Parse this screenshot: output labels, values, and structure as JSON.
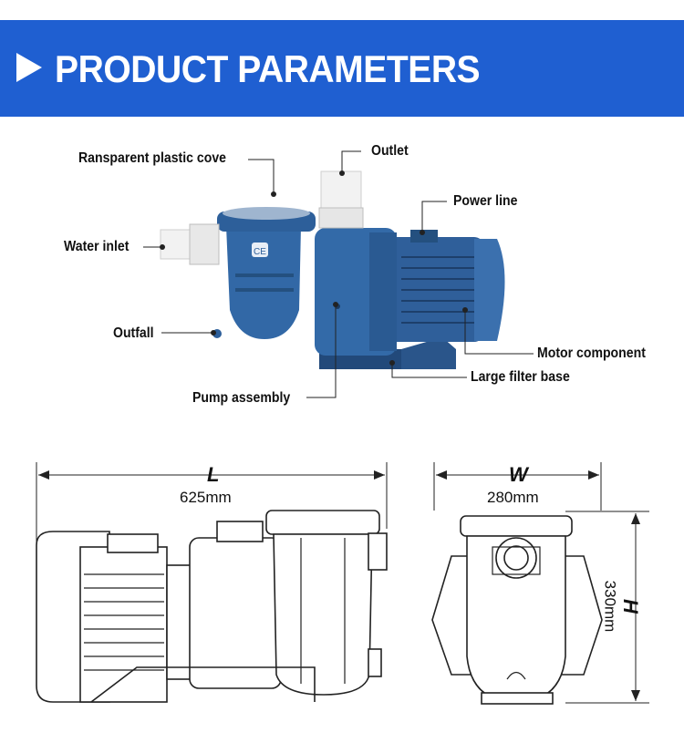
{
  "banner": {
    "title": "PRODUCT PARAMETERS"
  },
  "labels": {
    "cover": "Ransparent plastic cove",
    "outlet": "Outlet",
    "power_line": "Power line",
    "water_inlet": "Water inlet",
    "outfall": "Outfall",
    "motor": "Motor component",
    "filter_base": "Large filter base",
    "pump": "Pump assembly"
  },
  "dimensions": {
    "length": {
      "symbol": "L",
      "value": "625mm"
    },
    "width": {
      "symbol": "W",
      "value": "280mm"
    },
    "height": {
      "symbol": "H",
      "value": "330mm"
    }
  },
  "colors": {
    "banner": "#1f5fd1",
    "pump_blue": "#2f5f9a"
  }
}
